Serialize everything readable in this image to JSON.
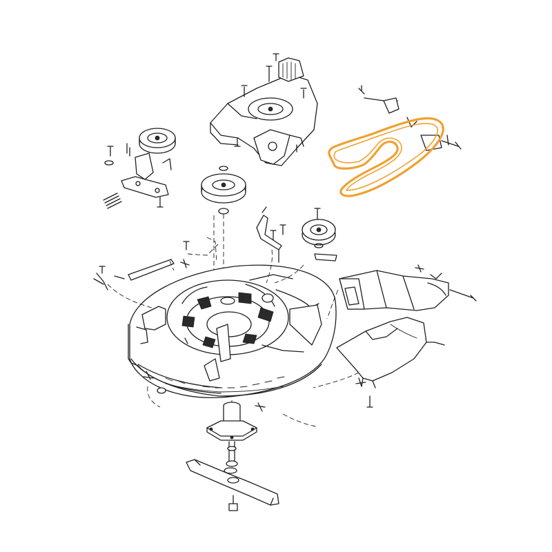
{
  "diagram": {
    "highlight_color": "#f0a030",
    "line_color": "#1e1e1e",
    "background": "#ffffff",
    "highlighted_part": "drive-belt",
    "parts": [
      "engine-mount-bracket",
      "idler-pulley-assembly-left",
      "center-spindle-pulley",
      "idler-pulley-right",
      "drive-belt",
      "belt-guide-bracket",
      "mower-deck-housing",
      "discharge-chute",
      "deflector-shield",
      "spindle-housing",
      "mower-blade",
      "adjustment-link-left",
      "adjustment-link-right"
    ]
  }
}
